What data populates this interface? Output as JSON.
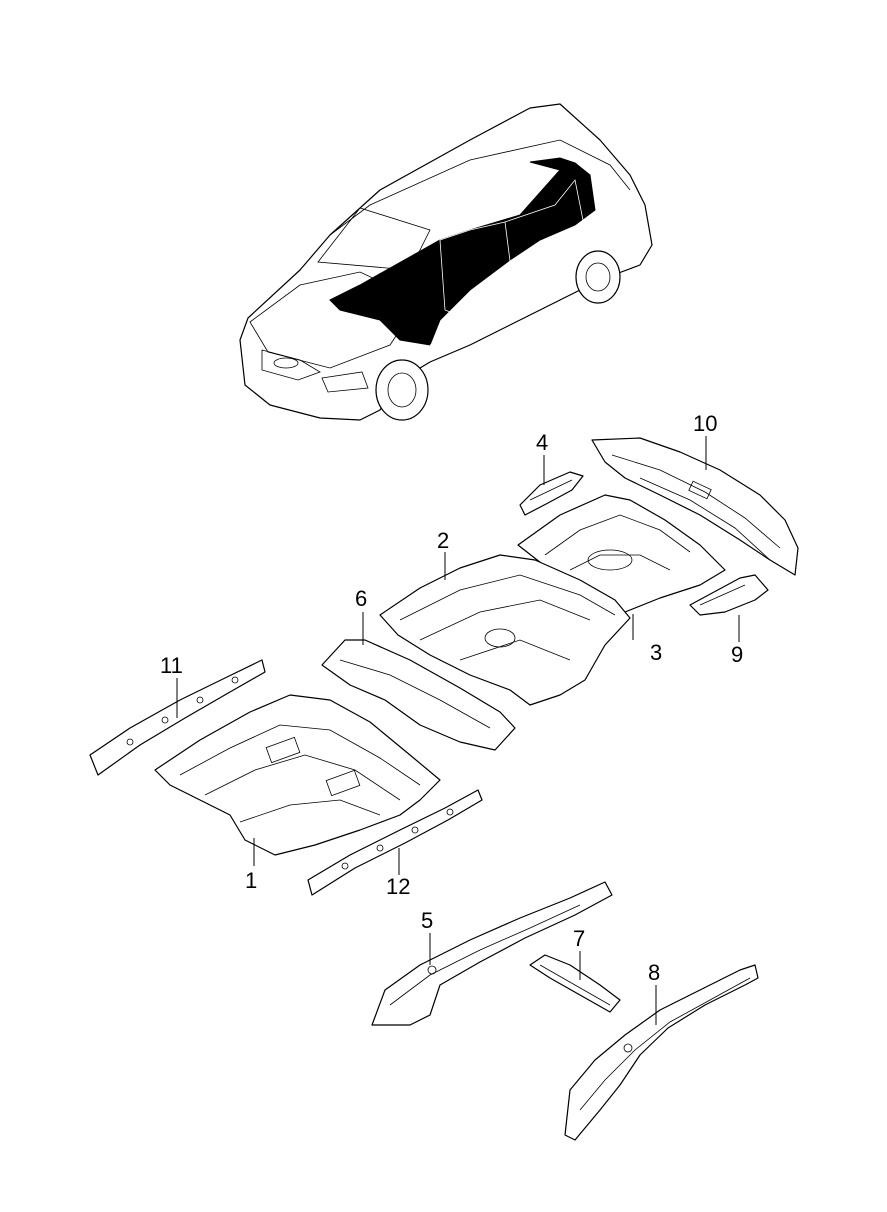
{
  "callouts": [
    {
      "id": "1",
      "label": "1"
    },
    {
      "id": "2",
      "label": "2"
    },
    {
      "id": "3",
      "label": "3"
    },
    {
      "id": "4",
      "label": "4"
    },
    {
      "id": "5",
      "label": "5"
    },
    {
      "id": "6",
      "label": "6"
    },
    {
      "id": "7",
      "label": "7"
    },
    {
      "id": "8",
      "label": "8"
    },
    {
      "id": "9",
      "label": "9"
    },
    {
      "id": "10",
      "label": "10"
    },
    {
      "id": "11",
      "label": "11"
    },
    {
      "id": "12",
      "label": "12"
    }
  ],
  "colors": {
    "line": "#000000",
    "background": "#ffffff",
    "highlight": "#000000"
  }
}
